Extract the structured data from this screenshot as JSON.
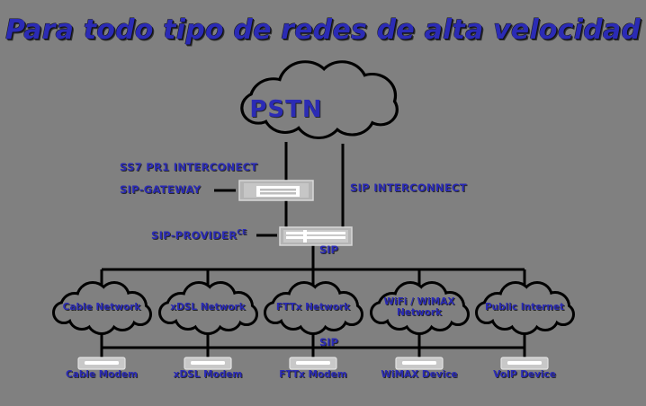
{
  "page": {
    "title": "Para todo tipo de redes de alta velocidad",
    "background_color": "#808080",
    "accent_color": "#2b2bb5",
    "line_color": "#000000",
    "device_color": "#c8c8c8"
  },
  "core": {
    "cloud_label": "PSTN",
    "gateway": {
      "label_line1": "SS7 PR1 INTERCONECT",
      "label_line2": "SIP-GATEWAY",
      "right_label": "SIP INTERCONNECT"
    },
    "provider": {
      "label": "SIP-PROVIDER",
      "label_superscript": "CE",
      "link_label": "SIP"
    },
    "bus_label": "SIP"
  },
  "access_networks": [
    {
      "name": "cable-network",
      "label": "Cable Network",
      "lines": [
        "Cable Network"
      ]
    },
    {
      "name": "xdsl-network",
      "label": "xDSL Network",
      "lines": [
        "xDSL Network"
      ]
    },
    {
      "name": "fttx-network",
      "label": "FTTx Network",
      "lines": [
        "FTTx Network"
      ]
    },
    {
      "name": "wifi-wimax-network",
      "label": "WiFi / WiMAX Network",
      "lines": [
        "WiFi / WiMAX",
        "Network"
      ]
    },
    {
      "name": "public-internet",
      "label": "Public Internet",
      "lines": [
        "Public Internet"
      ]
    }
  ],
  "customer_devices": [
    {
      "name": "cable-modem",
      "label": "Cable Modem"
    },
    {
      "name": "xdsl-modem",
      "label": "xDSL Modem"
    },
    {
      "name": "fttx-modem",
      "label": "FTTx Modem"
    },
    {
      "name": "wimax-device",
      "label": "WiMAX Device"
    },
    {
      "name": "voip-device",
      "label": "VoIP Device"
    }
  ]
}
